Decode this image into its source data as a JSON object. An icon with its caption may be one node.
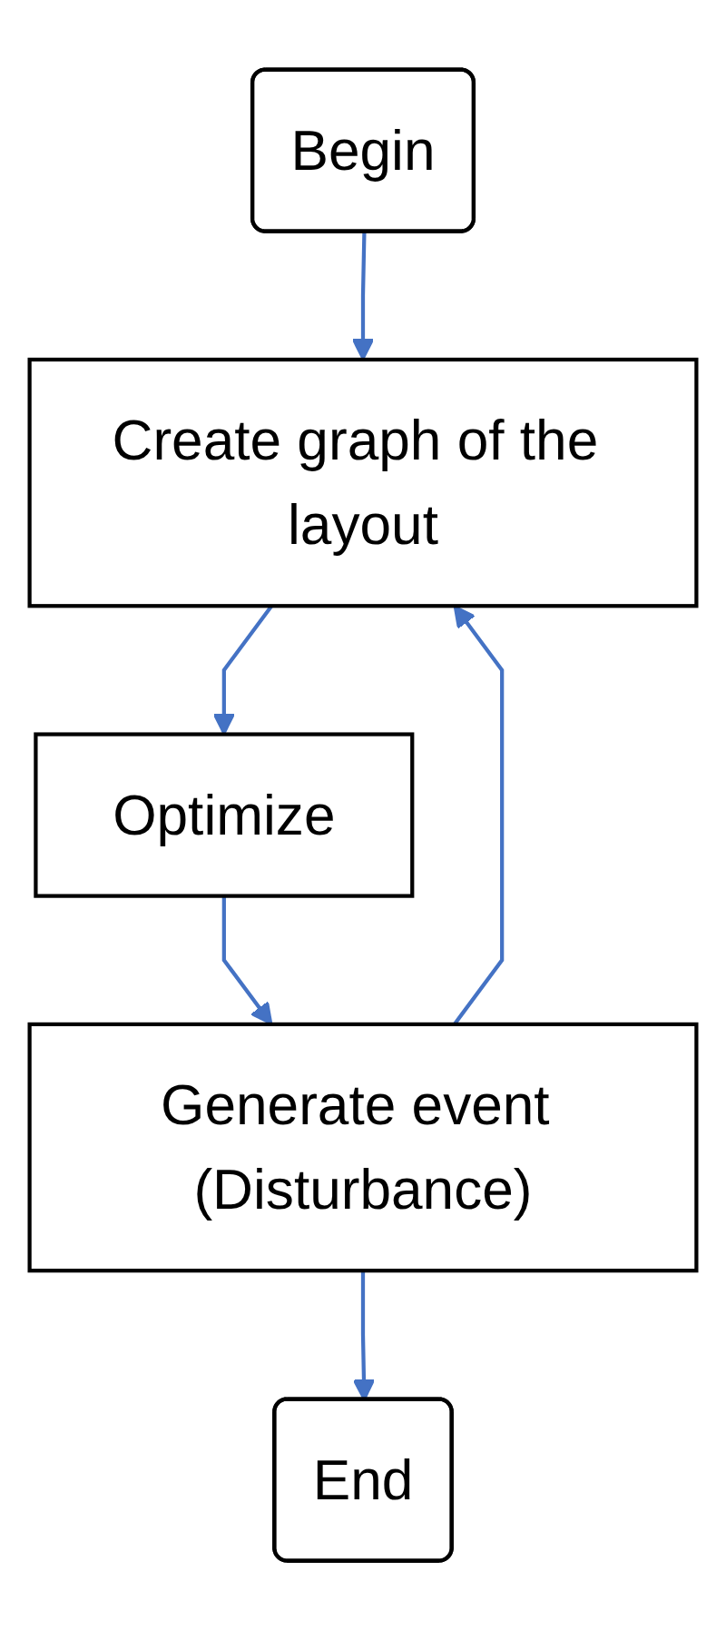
{
  "diagram": {
    "nodes": [
      {
        "text": [
          "Begin"
        ]
      },
      {
        "text": [
          "Create graph of the layout"
        ]
      },
      {
        "text": [
          "Optimize"
        ]
      },
      {
        "text": [
          "Generate event (Disturbance)"
        ]
      },
      {
        "text": [
          "End"
        ]
      }
    ],
    "edges": [
      {
        "from": 0,
        "to": 1,
        "arrow": "to"
      },
      {
        "from": 1,
        "to": 2,
        "arrow": "to"
      },
      {
        "from": 2,
        "to": 3,
        "arrow": "to"
      },
      {
        "from": 3,
        "to": 4,
        "arrow": "to"
      },
      {
        "from": 3,
        "to": 1,
        "arrow": "to"
      }
    ]
  }
}
